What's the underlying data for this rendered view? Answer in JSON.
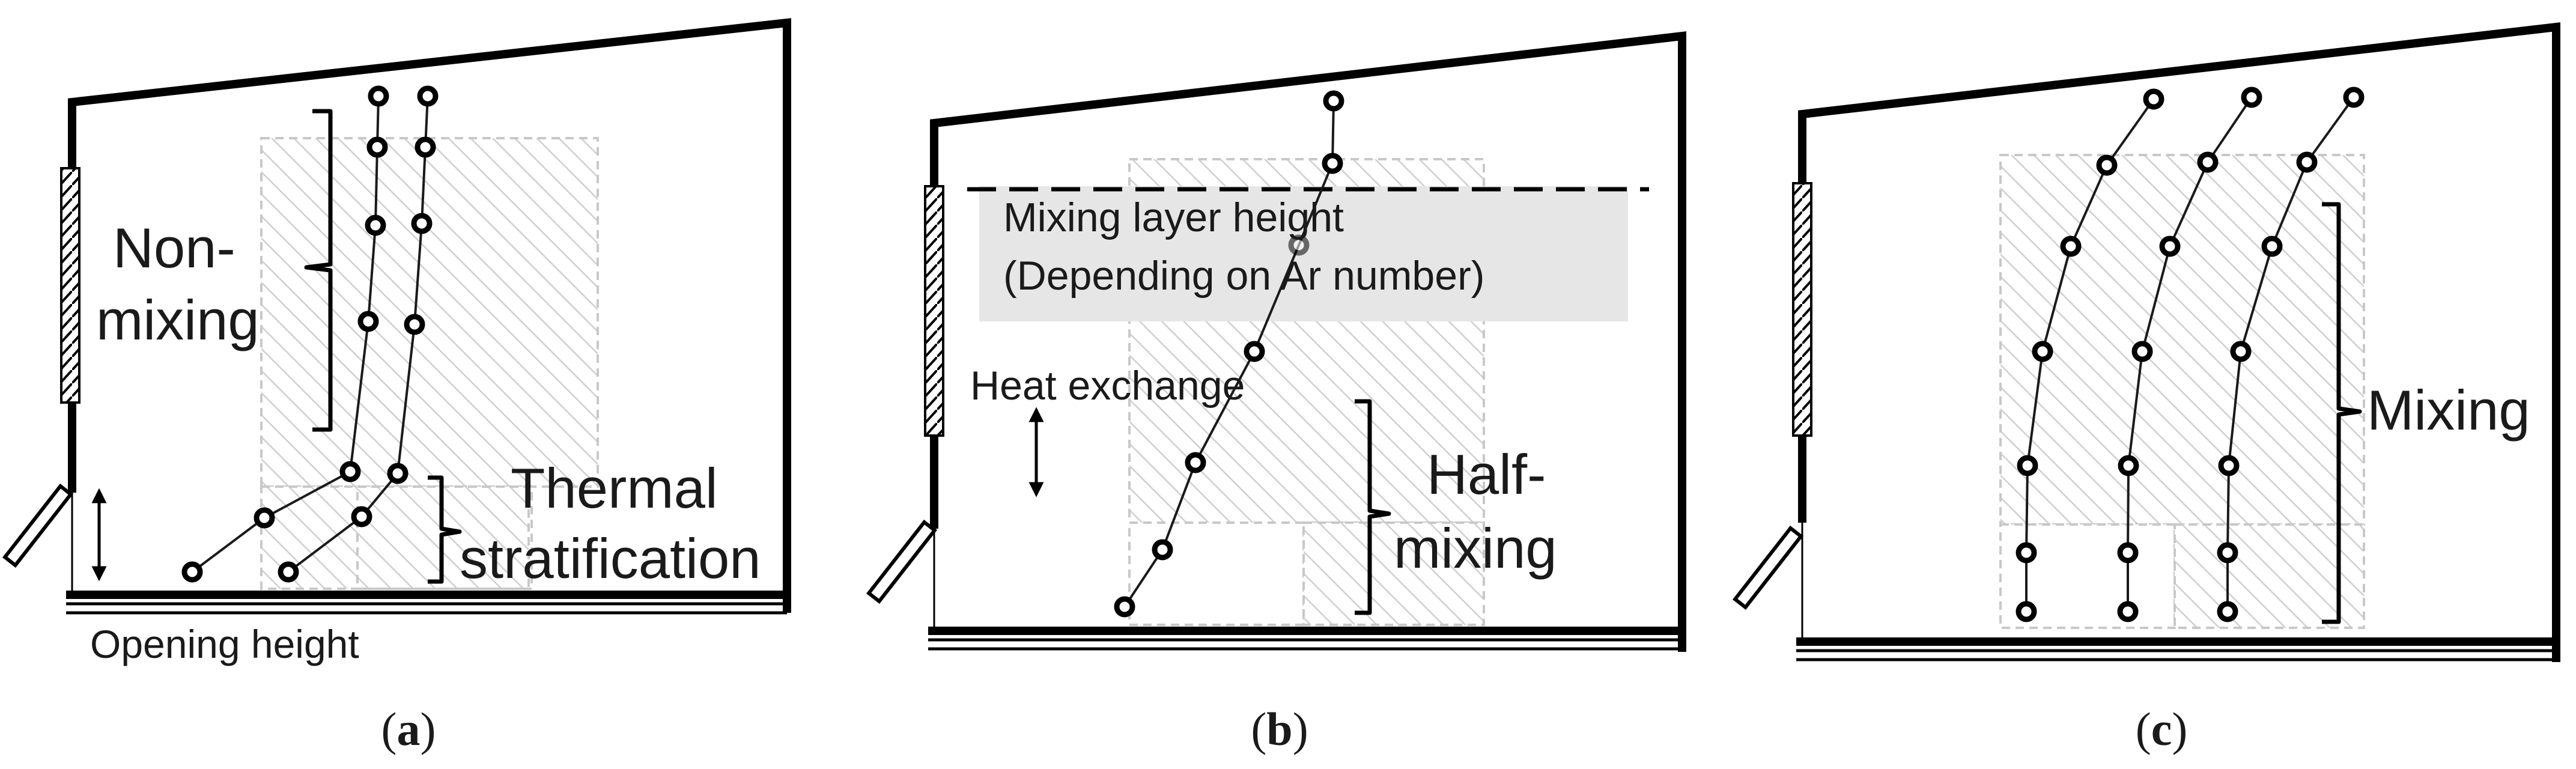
{
  "panels": {
    "a": {
      "label_open": "(",
      "label_letter": "a",
      "label_close": ")",
      "non_mixing_line1": "Non-",
      "non_mixing_line2": "mixing",
      "thermal_line1": "Thermal",
      "thermal_line2": "stratification",
      "opening_height": "Opening height"
    },
    "b": {
      "label_open": "(",
      "label_letter": "b",
      "label_close": ")",
      "mixing_layer_line1": "Mixing layer height",
      "mixing_layer_line2": "(Depending on Ar number)",
      "heat_exchange": "Heat exchange",
      "half_mixing_line1": "Half-",
      "half_mixing_line2": "mixing"
    },
    "c": {
      "label_open": "(",
      "label_letter": "c",
      "label_close": ")",
      "mixing": "Mixing"
    }
  }
}
